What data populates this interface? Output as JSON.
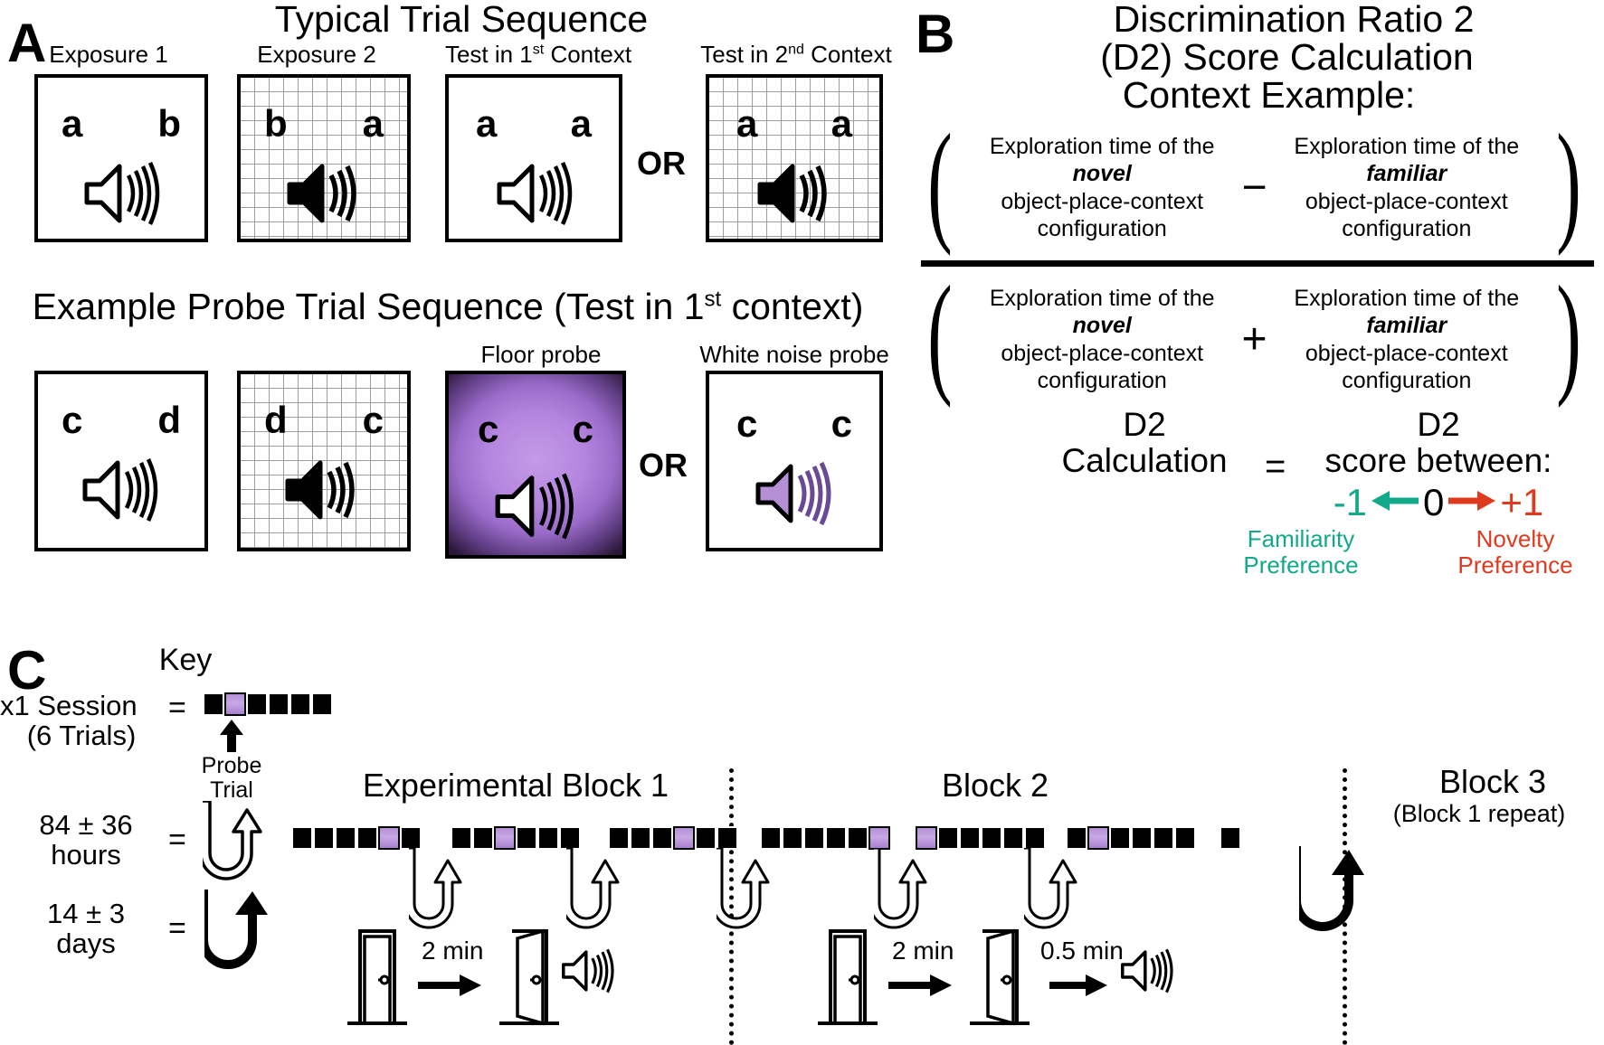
{
  "panels": {
    "a": {
      "letter": "A",
      "title": "Typical Trial Sequence",
      "subtitle": "Example Probe Trial Sequence (Test in 1st context)",
      "subtitle_parts": {
        "pre": "Example Probe Trial Sequence (Test in 1",
        "sup": "st",
        "post": " context)"
      },
      "or_label": "OR",
      "top_row": [
        {
          "caption": "Exposure 1",
          "caption_sup": "",
          "context": "plain",
          "objects": [
            "a",
            "b"
          ],
          "speaker": "outline"
        },
        {
          "caption": "Exposure 2",
          "caption_sup": "",
          "context": "grid",
          "objects": [
            "b",
            "a"
          ],
          "speaker": "filled"
        },
        {
          "caption": "Test in 1",
          "caption_sup": "st",
          "caption_post": " Context",
          "context": "plain",
          "objects": [
            "a",
            "a"
          ],
          "speaker": "outline"
        },
        {
          "caption": "Test in 2",
          "caption_sup": "nd",
          "caption_post": " Context",
          "context": "grid",
          "objects": [
            "a",
            "a"
          ],
          "speaker": "filled"
        }
      ],
      "bottom_row": [
        {
          "caption": "",
          "context": "plain",
          "objects": [
            "c",
            "d"
          ],
          "speaker": "outline"
        },
        {
          "caption": "",
          "context": "grid",
          "objects": [
            "d",
            "c"
          ],
          "speaker": "filled"
        },
        {
          "caption": "Floor probe",
          "context": "purple",
          "objects": [
            "c",
            "c"
          ],
          "speaker": "outline-on-purple"
        },
        {
          "caption": "White noise probe",
          "context": "plain",
          "objects": [
            "c",
            "c"
          ],
          "speaker": "purple"
        }
      ]
    },
    "b": {
      "letter": "B",
      "title_line1": "Discrimination Ratio 2",
      "title_line2": "(D2) Score Calculation",
      "title_line3": "Context Example:",
      "numerator": {
        "left": {
          "l1": "Exploration time of the",
          "l2": "novel",
          "l3": "object-place-context",
          "l4": "configuration"
        },
        "operator": "−",
        "right": {
          "l1": "Exploration time of the",
          "l2": "familiar",
          "l3": "object-place-context",
          "l4": "configuration"
        }
      },
      "denominator": {
        "left": {
          "l1": "Exploration time of the",
          "l2": "novel",
          "l3": "object-place-context",
          "l4": "configuration"
        },
        "operator": "+",
        "right": {
          "l1": "Exploration time of the",
          "l2": "familiar",
          "l3": "object-place-context",
          "l4": "configuration"
        }
      },
      "result": {
        "lhs_line1": "D2",
        "lhs_line2": "Calculation",
        "equals": "=",
        "rhs_line1": "D2",
        "rhs_line2": "score between:",
        "min_value": "-1",
        "mid_value": "0",
        "max_value": "+1",
        "left_arrow_icon": "left-arrow-icon",
        "right_arrow_icon": "right-arrow-icon",
        "familiarity_label_l1": "Familiarity",
        "familiarity_label_l2": "Preference",
        "novelty_label_l1": "Novelty",
        "novelty_label_l2": "Preference"
      }
    },
    "c": {
      "letter": "C",
      "key_title": "Key",
      "key_rows": [
        {
          "label_l1": "x1 Session",
          "label_l2": "(6 Trials)",
          "equals": "=",
          "icon": "session-six-trials-icon"
        },
        {
          "label_l1": "84 ± 36",
          "label_l2": "hours",
          "equals": "=",
          "icon": "u-turn-outline-icon"
        },
        {
          "label_l1": "14 ± 3",
          "label_l2": "days",
          "equals": "=",
          "icon": "u-turn-filled-icon"
        }
      ],
      "probe_trial_caption_l1": "Probe",
      "probe_trial_caption_l2": "Trial",
      "probe_arrow_icon": "up-arrow-icon",
      "blocks": [
        {
          "label": "Experimental Block 1",
          "sub": ""
        },
        {
          "label": "Block 2",
          "sub": ""
        },
        {
          "label": "Block 3",
          "sub": "(Block 1 repeat)"
        }
      ],
      "key_session_probe_index": 2,
      "key_session_trials": 6,
      "sessions": [
        {
          "block": 1,
          "trials": 6,
          "probe_index": 5
        },
        {
          "block": 1,
          "trials": 6,
          "probe_index": 3
        },
        {
          "block": 1,
          "trials": 6,
          "probe_index": 4
        },
        {
          "block": 2,
          "trials": 6,
          "probe_index": 6
        },
        {
          "block": 2,
          "trials": 6,
          "probe_index": 1
        },
        {
          "block": 2,
          "trials": 6,
          "probe_index": 2
        }
      ],
      "timing_block1": {
        "duration": "2 min",
        "arrow_icon": "right-arrow-icon",
        "door_closed_icon": "door-closed-icon",
        "door_open_icon": "door-open-icon",
        "speaker_icon": "speaker-outline-icon"
      },
      "timing_block2_a": {
        "duration": "2 min",
        "arrow_icon": "right-arrow-icon",
        "door_closed_icon": "door-closed-icon",
        "door_open_icon": "door-open-icon"
      },
      "timing_block2_b": {
        "duration": "0.5 min",
        "arrow_icon": "right-arrow-icon",
        "speaker_icon": "speaker-outline-icon"
      }
    }
  },
  "colors": {
    "familiarity": "#12a98a",
    "novelty": "#e03a1e",
    "probe_purple": "#b48fd6",
    "grid_line": "#9e9e9e",
    "black": "#000000"
  }
}
